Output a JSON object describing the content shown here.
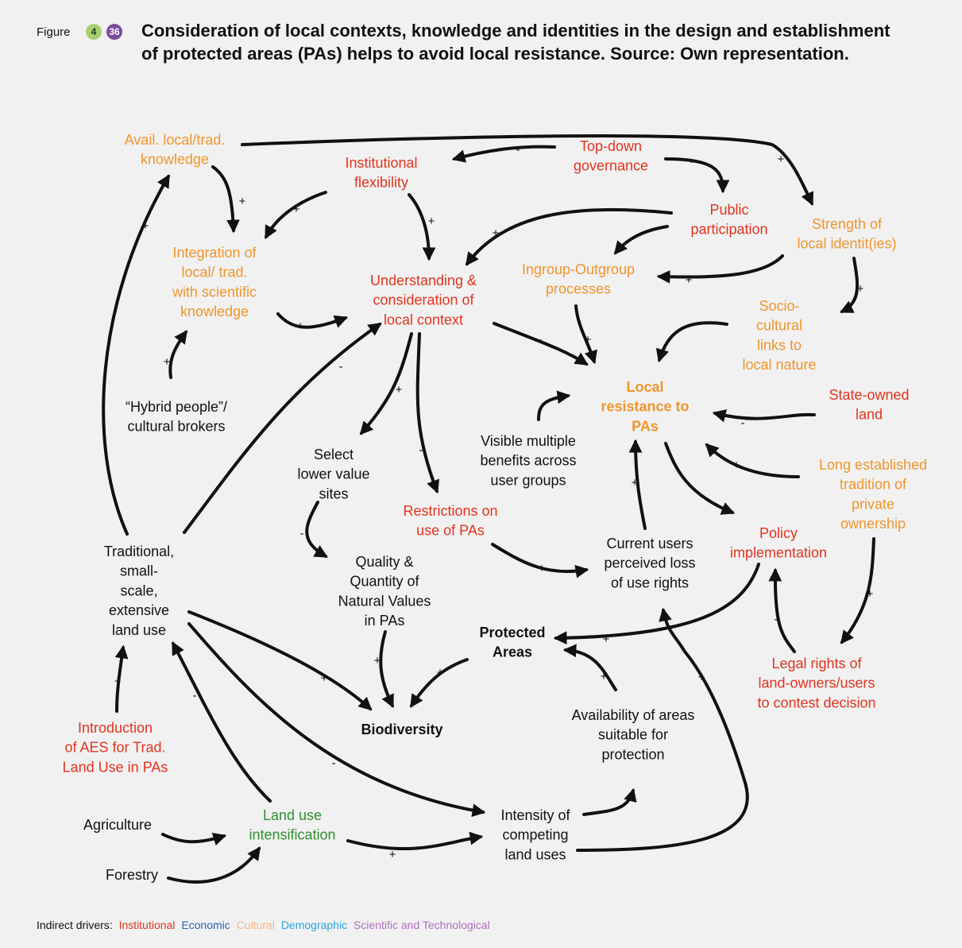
{
  "figure": {
    "label": "Figure",
    "chapter_badge": "4",
    "number_badge": "36",
    "caption": "Consideration of local contexts, knowledge and identities in the design and establishment of protected areas (PAs) helps to avoid local resistance. Source: Own representation."
  },
  "colors": {
    "institutional": "#e2331e",
    "cultural": "#f0952c",
    "land_use": "#2f8f2f",
    "black": "#111111",
    "legend_economic": "#2c62b6",
    "legend_cultural": "#f6b88b",
    "legend_demographic": "#27a7dc",
    "legend_scientific": "#b06fbf"
  },
  "nodes": {
    "avail_knowledge": [
      "Avail. local/trad.",
      "knowledge"
    ],
    "institutional_flexibility": [
      "Institutional",
      "flexibility"
    ],
    "top_down": [
      "Top-down",
      "governance"
    ],
    "strength_identities": [
      "Strength of",
      "local identit(ies)"
    ],
    "public_participation": [
      "Public",
      "participation"
    ],
    "integration": [
      "Integration of",
      "local/ trad.",
      "with scientific",
      "knowledge"
    ],
    "understanding": [
      "Understanding &",
      "consideration of",
      "local context"
    ],
    "ingroup": [
      "Ingroup-Outgroup",
      "processes"
    ],
    "sociocultural": [
      "Socio-",
      "cultural",
      "links to",
      "local nature"
    ],
    "hybrid": [
      "“Hybrid people”/",
      "cultural brokers"
    ],
    "local_resistance": [
      "Local",
      "resistance to",
      "PAs"
    ],
    "state_owned": [
      "State-owned",
      "land"
    ],
    "visible_benefits": [
      "Visible multiple",
      "benefits across",
      "user groups"
    ],
    "select_sites": [
      "Select",
      "lower value",
      "sites"
    ],
    "long_tradition": [
      "Long established",
      "tradition of",
      "private",
      "ownership"
    ],
    "restrictions": [
      "Restrictions on",
      "use of PAs"
    ],
    "policy": [
      "Policy",
      "implementation"
    ],
    "traditional_land_use": [
      "Traditional,",
      "small-",
      "scale,",
      "extensive",
      "land use"
    ],
    "quality_quantity": [
      "Quality &",
      "Quantity of",
      "Natural Values",
      "in PAs"
    ],
    "current_users": [
      "Current users",
      "perceived loss",
      "of use rights"
    ],
    "protected_areas": [
      "Protected",
      "Areas"
    ],
    "legal_rights": [
      "Legal rights of",
      "land-owners/users",
      "to contest decision"
    ],
    "biodiversity": [
      "Biodiversity"
    ],
    "aes": [
      "Introduction",
      "of AES for Trad.",
      "Land Use in PAs"
    ],
    "availability_areas": [
      "Availability of areas",
      "suitable for",
      "protection"
    ],
    "agriculture": [
      "Agriculture"
    ],
    "land_use_intensification": [
      "Land use",
      "intensification"
    ],
    "intensity": [
      "Intensity of",
      "competing",
      "land uses"
    ],
    "forestry": [
      "Forestry"
    ]
  },
  "legend": {
    "title": "Indirect drivers:",
    "items": [
      "Institutional",
      "Economic",
      "Cultural",
      "Demographic",
      "Scientific and Technological"
    ]
  }
}
